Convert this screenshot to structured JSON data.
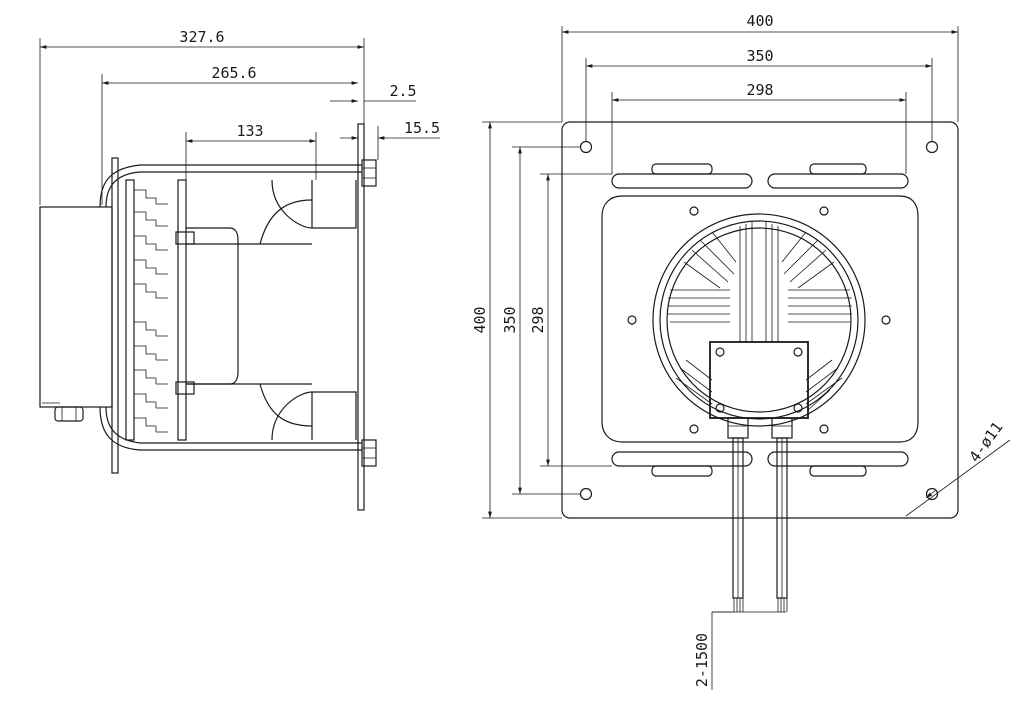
{
  "dimensions": {
    "side_overall_length": "327.6",
    "side_body_length": "265.6",
    "plate_thickness": "2.5",
    "flange_offset": "15.5",
    "inner_depth": "133",
    "front_width": "400",
    "mount_hole_spacing_outer": "350",
    "mount_hole_spacing_inner": "298",
    "front_height": "400",
    "vertical_hole_spacing_outer": "350",
    "vertical_hole_spacing_inner": "298",
    "mount_holes": "4-ø11",
    "cable_spec": "2-1500"
  },
  "colors": {
    "line": "#1a1a1a",
    "background": "#ffffff"
  }
}
